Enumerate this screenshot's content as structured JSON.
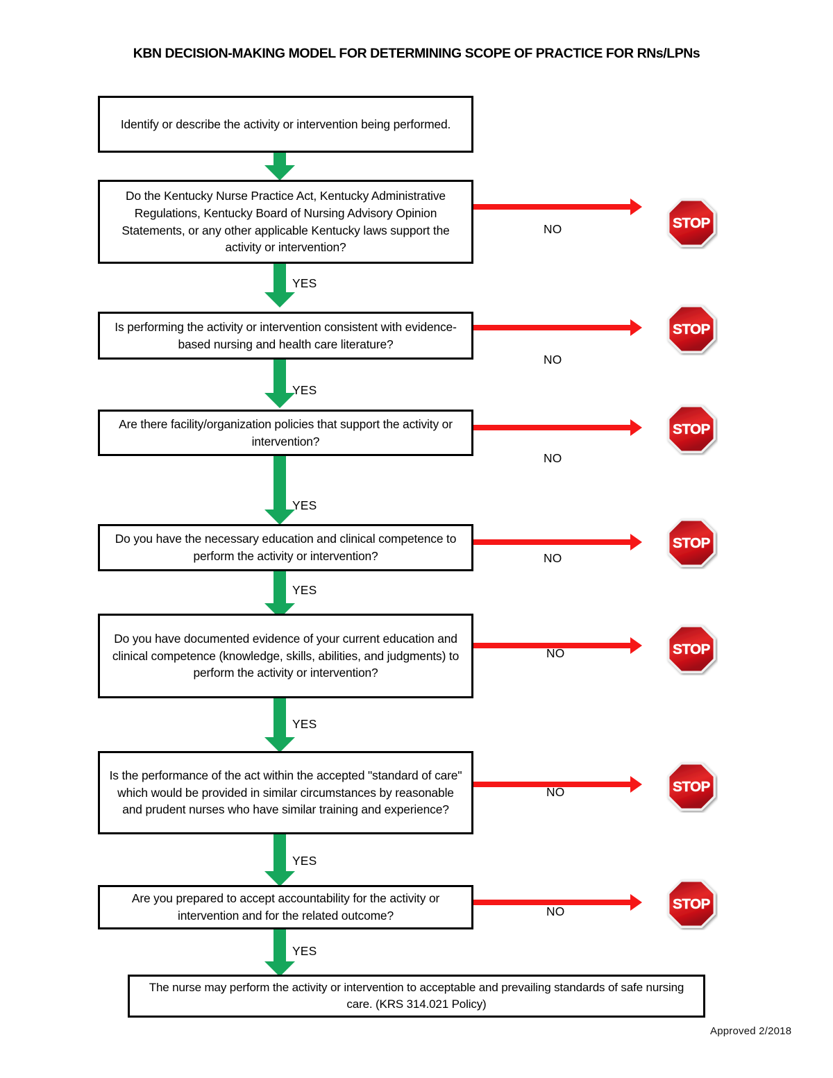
{
  "document": {
    "title": "KBN DECISION-MAKING MODEL FOR DETERMINING SCOPE OF PRACTICE FOR RNs/LPNs",
    "footer": "Approved 2/2018"
  },
  "colors": {
    "yes_arrow": "#16A75C",
    "no_arrow": "#F61717",
    "box_border": "#000000",
    "stop_fill_light": "#E02020",
    "stop_fill_dark": "#9A0F16",
    "stop_ring": "#F2F2F2",
    "page_background": "#FFFFFF"
  },
  "flow": {
    "nodes": [
      {
        "id": "start",
        "type": "process",
        "text": "Identify or describe the activity or intervention being performed."
      },
      {
        "id": "q1",
        "type": "decision",
        "text": "Do the Kentucky Nurse Practice Act, Kentucky Administrative Regulations, Kentucky Board of Nursing Advisory Opinion Statements, or any other applicable Kentucky laws support the activity or intervention?"
      },
      {
        "id": "q2",
        "type": "decision",
        "text": "Is performing the activity or intervention consistent with evidence-based nursing and health care literature?"
      },
      {
        "id": "q3",
        "type": "decision",
        "text": "Are there facility/organization policies that support the activity or intervention?"
      },
      {
        "id": "q4",
        "type": "decision",
        "text": "Do you have the necessary education and clinical competence to perform the activity or intervention?"
      },
      {
        "id": "q5",
        "type": "decision",
        "text": "Do you have documented evidence of your current education and clinical competence (knowledge, skills, abilities, and judgments) to perform the activity or intervention?"
      },
      {
        "id": "q6",
        "type": "decision",
        "text": "Is the performance of the act within the accepted \"standard of care\" which would be provided in similar circumstances by reasonable and prudent nurses who have similar training and experience?"
      },
      {
        "id": "q7",
        "type": "decision",
        "text": "Are you prepared to accept accountability for the activity or intervention and for the related outcome?"
      },
      {
        "id": "end",
        "type": "terminal",
        "text": "The nurse may perform the activity or intervention to acceptable and prevailing standards of safe nursing care. (KRS 314.021 Policy)"
      }
    ],
    "yes_labels": [
      "YES",
      "YES",
      "YES",
      "YES",
      "YES",
      "YES",
      "YES"
    ],
    "no_labels": [
      "NO",
      "NO",
      "NO",
      "NO",
      "NO",
      "NO",
      "NO"
    ],
    "stop_label": "STOP",
    "stop_count": 7
  }
}
